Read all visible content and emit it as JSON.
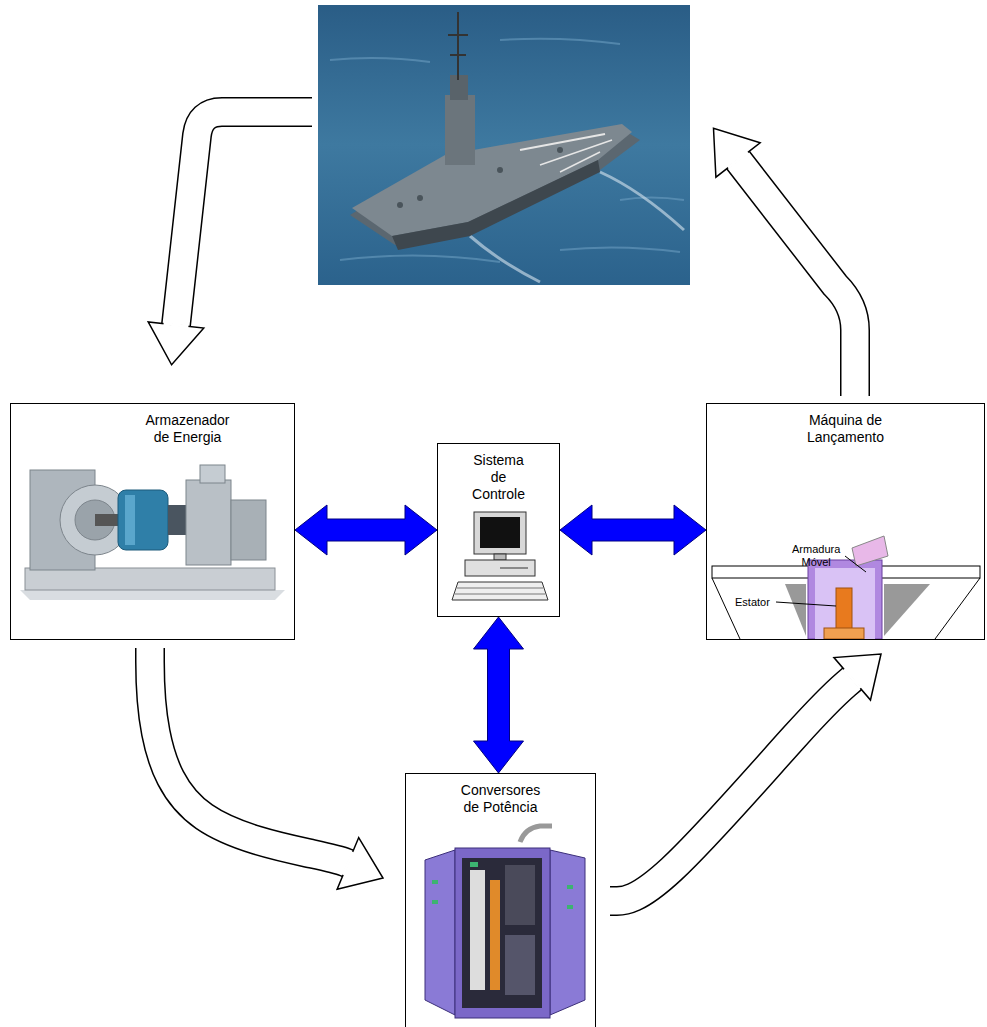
{
  "diagram": {
    "nodes": [
      {
        "text": [
          "Armazenador de Energia"
        ]
      },
      {
        "text": [
          "Sistema de Controle"
        ]
      },
      {
        "text": [
          "Máquina de Lançamento"
        ]
      },
      {
        "text": [
          "Conversores de Potência"
        ]
      }
    ],
    "edges": [
      {
        "from": 0,
        "to": 1,
        "arrow": "both"
      },
      {
        "from": 1,
        "to": 2,
        "arrow": "both"
      },
      {
        "from": 1,
        "to": 3,
        "arrow": "both"
      },
      {
        "from": 0,
        "to": 3,
        "arrow": "to"
      },
      {
        "from": 3,
        "to": 2,
        "arrow": "to"
      }
    ],
    "labels": [
      "Armadura Móvel",
      "Estator"
    ]
  }
}
